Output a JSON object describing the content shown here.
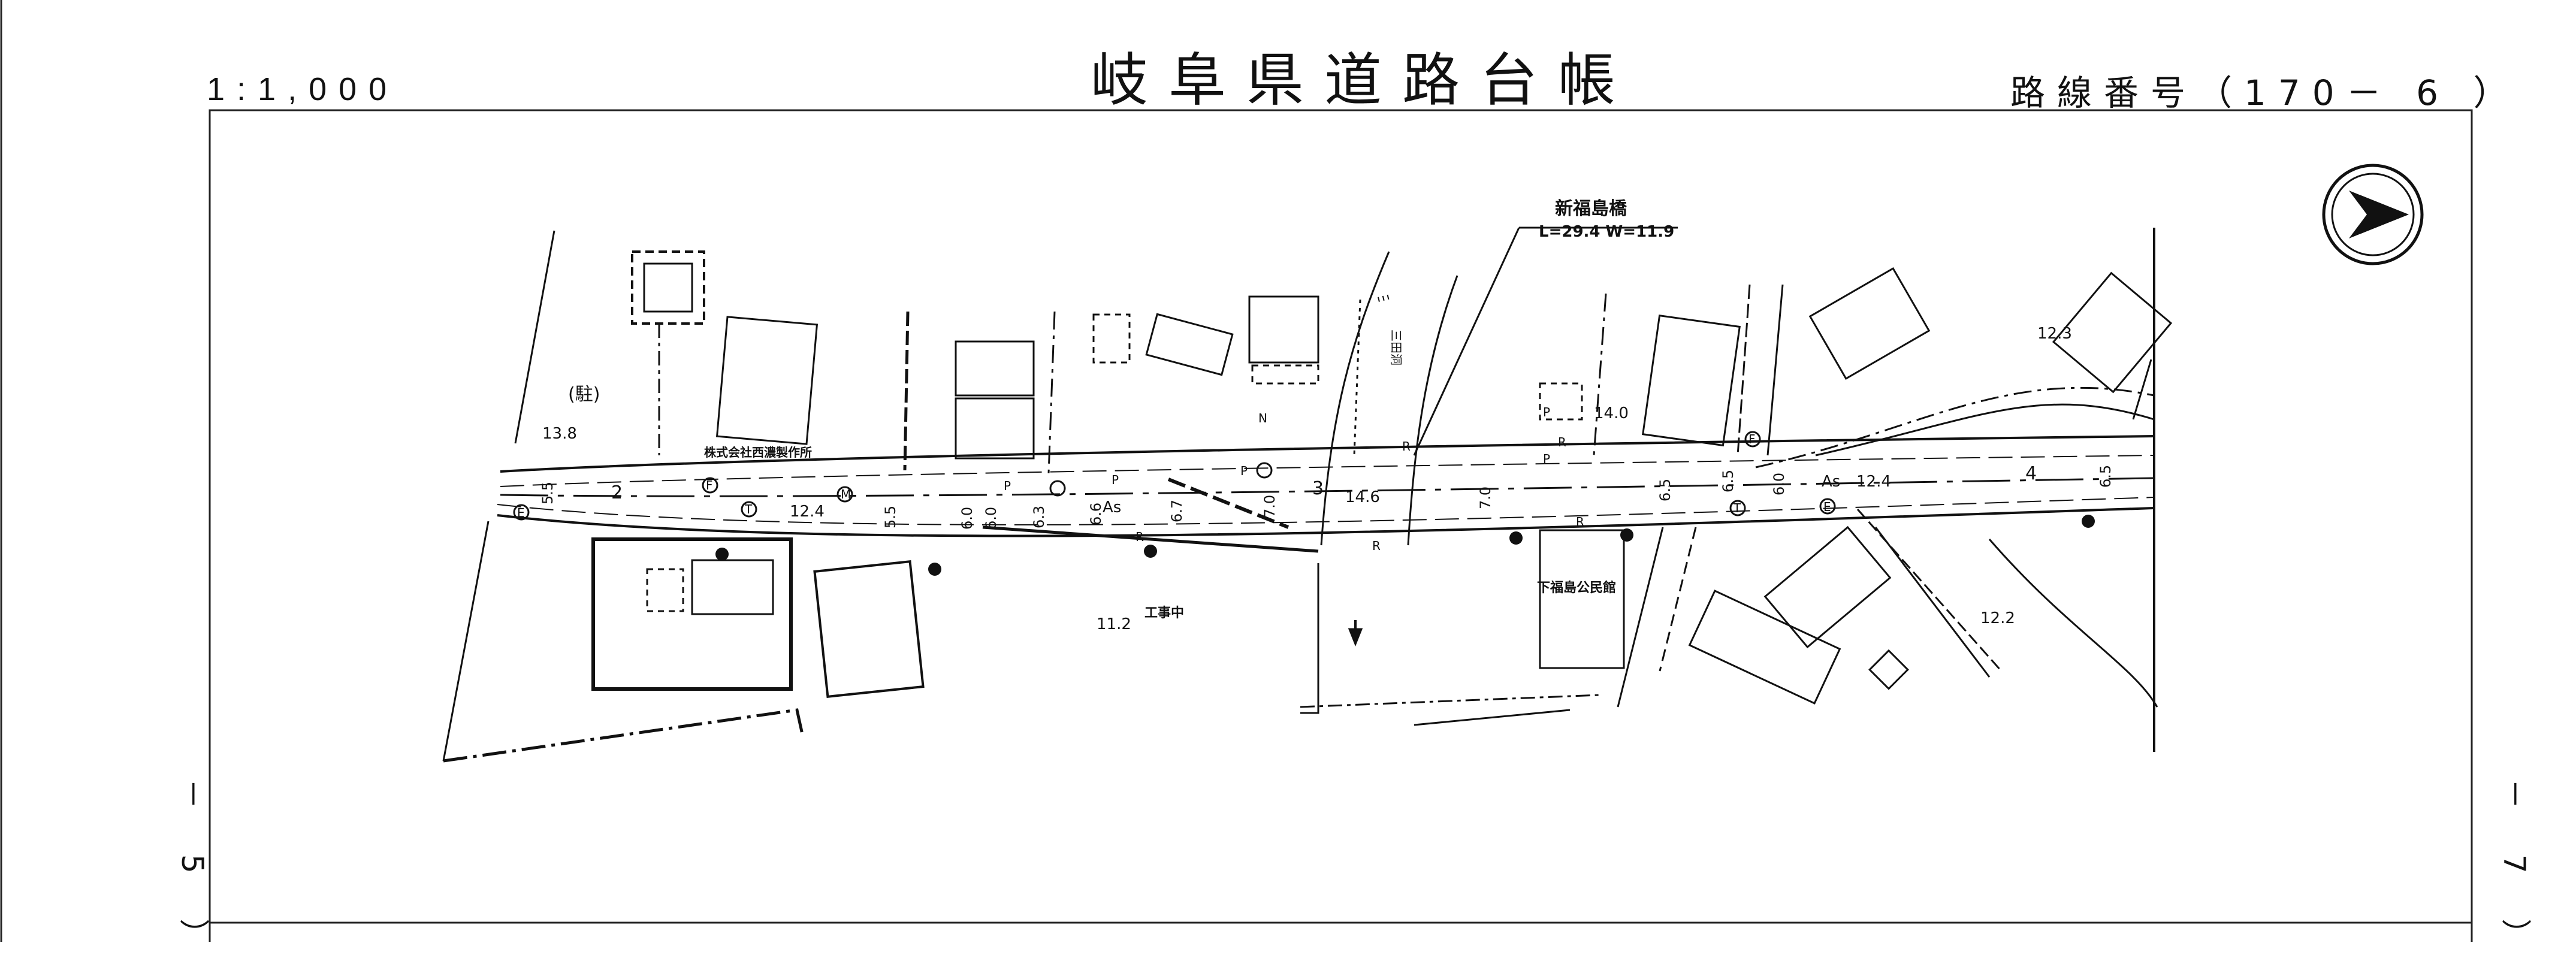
{
  "header": {
    "title": "岐阜県道路台帳",
    "scale": "1:1,000",
    "route_number": "路線番号（170－ 6 ）"
  },
  "sheets": {
    "left": "－ 5 ）",
    "right": "－ 7 ）"
  },
  "map": {
    "bridge": {
      "name": "新福島橋",
      "dims": "L=29.4  W=11.9"
    },
    "landmarks": {
      "company": "株式会社西濃製作所",
      "parking": "(駐)",
      "construction": "工事中",
      "community_hall": "下福島公民館",
      "river": "三田洞"
    },
    "elevations": [
      "13.8",
      "12.4",
      "14.6",
      "14.0",
      "11.2",
      "12.4",
      "12.3",
      "12.2"
    ],
    "station_numbers": [
      "2",
      "3",
      "4"
    ],
    "widths": [
      "5.5",
      "5.5",
      "6.0",
      "6.0",
      "6.3",
      "6.6",
      "6.7",
      "7.0",
      "7.0",
      "6.5",
      "6.5",
      "6.0",
      "6.5"
    ],
    "pavement": "As",
    "symbols": {
      "p": "P",
      "r": "R",
      "n": "N",
      "e": "E",
      "t": "T",
      "f": "F",
      "m": "M"
    },
    "north_arrow": "north-arrow"
  }
}
